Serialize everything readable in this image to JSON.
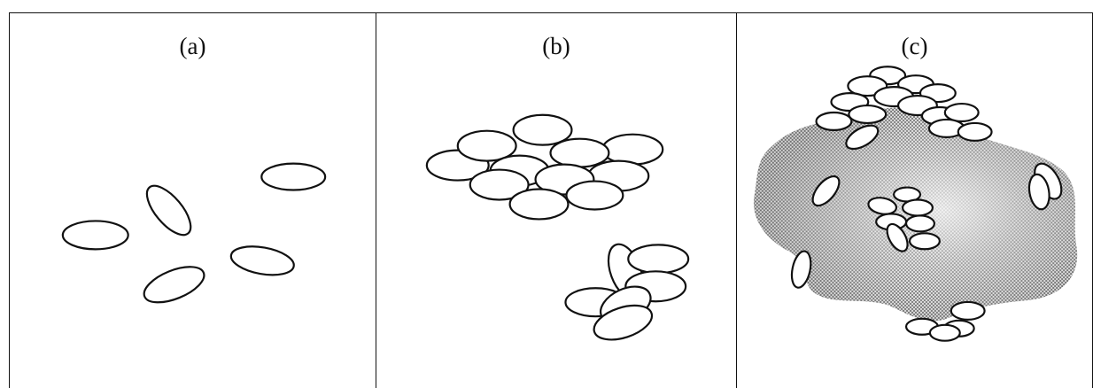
{
  "figure": {
    "panels": [
      {
        "id": "a",
        "label": "(a)",
        "cell_count": 5
      },
      {
        "id": "b",
        "label": "(b)",
        "cell_count": 17
      },
      {
        "id": "c",
        "label": "(c)",
        "cell_count": 28
      }
    ]
  },
  "colors": {
    "outline": "#111111",
    "cell_fill": "#ffffff",
    "matrix_fill": "#9a9a9a"
  }
}
